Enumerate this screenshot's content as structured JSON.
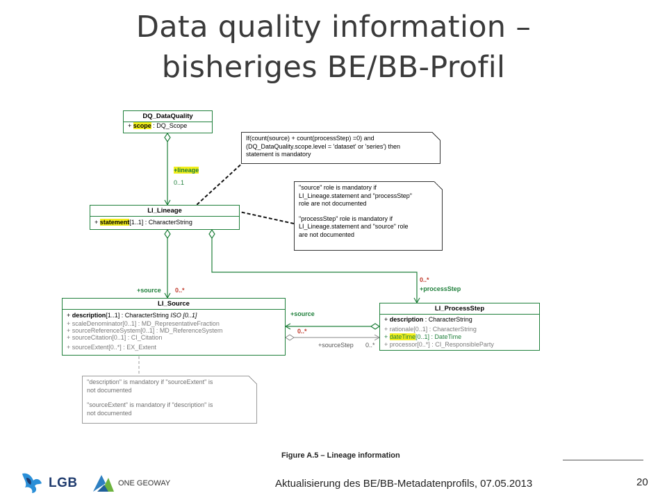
{
  "title": {
    "line1": "Data quality information –",
    "line2": "bisheriges BE/BB-Profil"
  },
  "classes": {
    "dq_dataquality": {
      "name": "DQ_DataQuality",
      "attr1_prefix": "+ ",
      "attr1_name": "scope",
      "attr1_rest": " : DQ_Scope"
    },
    "li_lineage": {
      "name": "LI_Lineage",
      "attr1_prefix": "+ ",
      "attr1_name": "statement",
      "attr1_rest": "[1..1] : CharacterString"
    },
    "li_source": {
      "name": "LI_Source",
      "attr1_prefix": "+ ",
      "attr1_name": "description",
      "attr1_rest": "[1..1] : CharacterString  ",
      "attr1_extra": "ISO [0..1]",
      "attr2": "+ scaleDenominator[0..1] : MD_RepresentativeFraction",
      "attr3": "+ sourceReferenceSystem[0..1] : MD_ReferenceSystem",
      "attr4": "+ sourceCitation[0..1] : CI_Citation",
      "attr5": "+ sourceExtent[0..*] : EX_Extent"
    },
    "li_processstep": {
      "name": "LI_ProcessStep",
      "attr1_prefix": "+ ",
      "attr1_name": "description",
      "attr1_rest": " : CharacterString",
      "attr2": "+ rationale[0..1] : CharacterString",
      "attr3_prefix": "+ ",
      "attr3_name": "dateTime",
      "attr3_rest": "[0..1] : DateTime",
      "attr4": "+ processor[0..*] : CI_ResponsibleParty"
    }
  },
  "notes": {
    "note1": {
      "l1": "If(count(source) + count(processStep) =0) and",
      "l2": "(DQ_DataQuality.scope.level = 'dataset' or 'series') then",
      "l3": "statement is mandatory"
    },
    "note2": {
      "l1": "\"source\" role is mandatory if",
      "l2": "LI_Lineage.statement and \"processStep\"",
      "l3": "role are not documented",
      "l4": "\"processStep\" role is mandatory if",
      "l5": "LI_Lineage.statement and \"source\" role",
      "l6": "are not documented"
    },
    "note3": {
      "l1": "\"description\" is mandatory if \"sourceExtent\" is",
      "l2": "not documented",
      "l3": "\"sourceExtent\" is mandatory if \"description\" is",
      "l4": "not documented"
    }
  },
  "labels": {
    "lineage_role": "+lineage",
    "lineage_mult": "0..1",
    "source_role": "+source",
    "source_mult": "0..*",
    "processstep_mult": "0..*",
    "processstep_role": "+processStep",
    "assoc_source_role": "+source",
    "assoc_source_mult": "0..*",
    "assoc_step_role": "+sourceStep",
    "assoc_step_mult": "0..*"
  },
  "caption": "Figure A.5 – Lineage information",
  "footer": "Aktualisierung des BE/BB-Metadatenprofils, 07.05.2013",
  "page_number": "20",
  "logos": {
    "lgb": "LGB",
    "geoway": "ONE GEOWAY"
  },
  "colors": {
    "uml_border": "#1e7f3a",
    "highlight": "#f2ee1c",
    "multiplicity_red": "#c0392b"
  }
}
